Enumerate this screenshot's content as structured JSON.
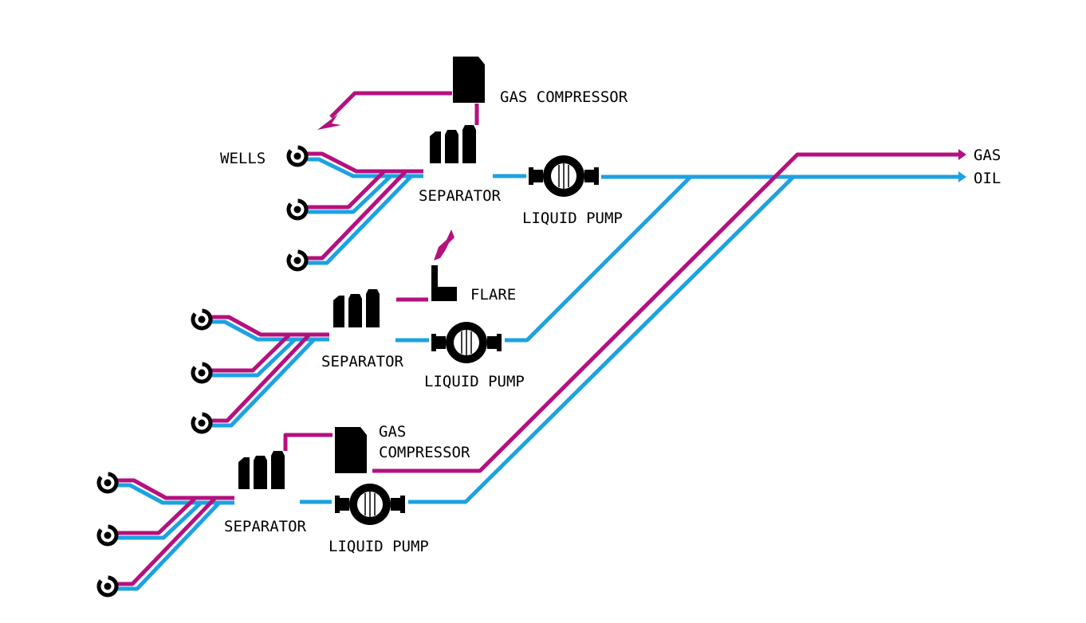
{
  "colors": {
    "gas": "#b5107e",
    "oil": "#1ca2e2",
    "equipment": "#000000",
    "background": "#ffffff"
  },
  "labels": {
    "wells": "WELLS",
    "separator": "SEPARATOR",
    "liquid_pump": "LIQUID PUMP",
    "gas_compressor": "GAS COMPRESSOR",
    "gas_compressor_line1": "GAS",
    "gas_compressor_line2": "COMPRESSOR",
    "flare": "FLARE",
    "gas_out": "GAS",
    "oil_out": "OIL"
  },
  "icons": [
    "well-icon",
    "separator-icon",
    "liquid-pump-icon",
    "gas-compressor-icon",
    "flare-icon",
    "arrow-icon"
  ]
}
